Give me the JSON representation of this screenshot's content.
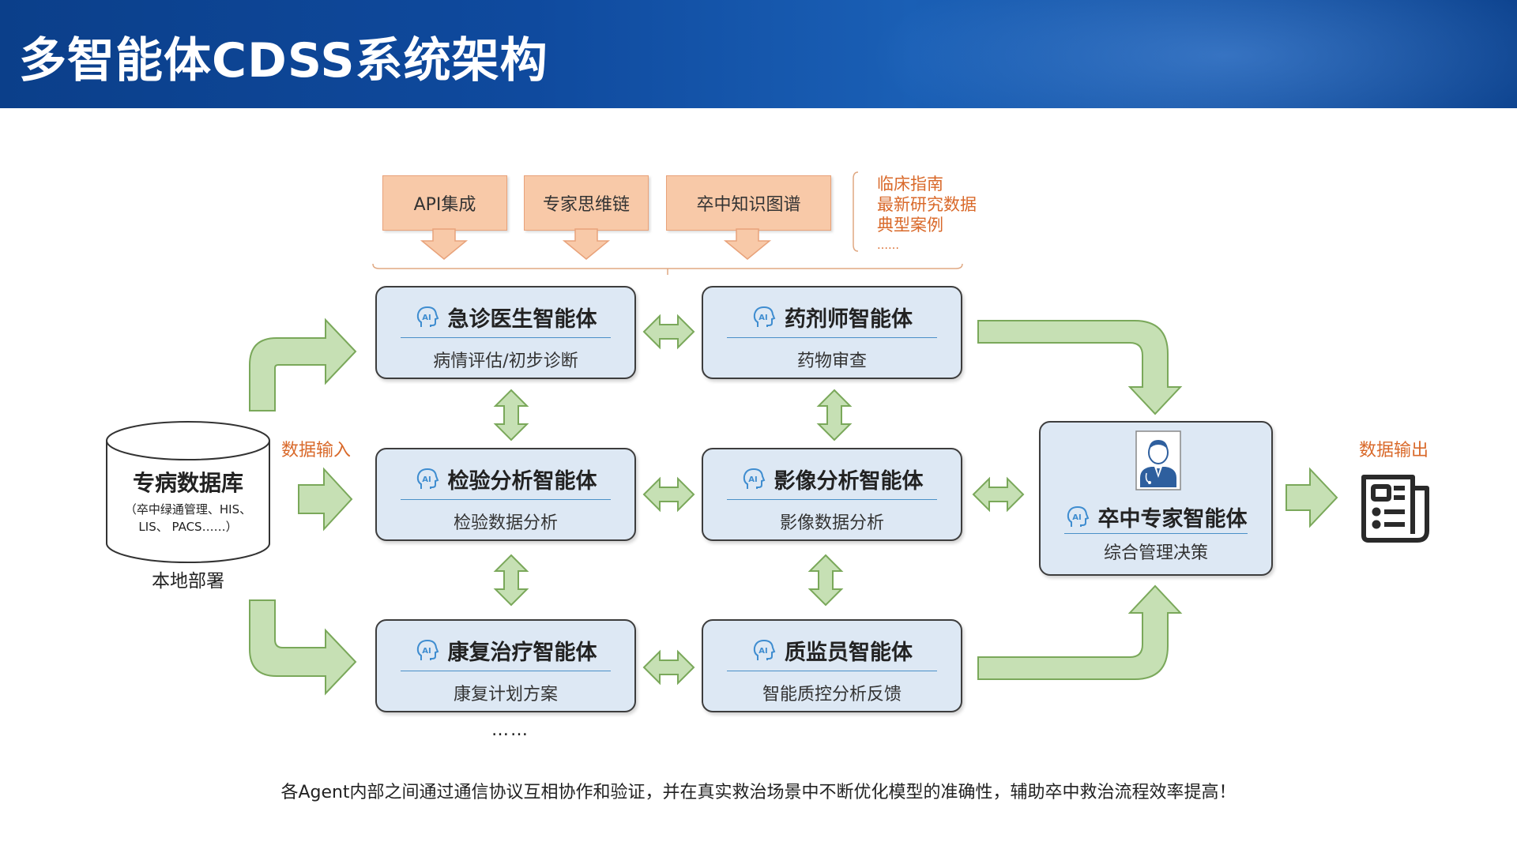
{
  "header": {
    "title": "多智能体CDSS系统架构"
  },
  "sources": {
    "boxes": [
      "API集成",
      "专家思维链",
      "卒中知识图谱"
    ],
    "notes": [
      "临床指南",
      "最新研究数据",
      "典型案例",
      "……"
    ]
  },
  "database": {
    "title": "专病数据库",
    "detail_line1": "（卒中绿通管理、HIS、",
    "detail_line2": "LIS、 PACS……）",
    "caption": "本地部署"
  },
  "labels": {
    "data_input": "数据输入",
    "data_output": "数据输出",
    "more": "……"
  },
  "agents": {
    "emergency": {
      "title": "急诊医生智能体",
      "sub": "病情评估/初步诊断"
    },
    "pharmacist": {
      "title": "药剂师智能体",
      "sub": "药物审查"
    },
    "lab": {
      "title": "检验分析智能体",
      "sub": "检验数据分析"
    },
    "imaging": {
      "title": "影像分析智能体",
      "sub": "影像数据分析"
    },
    "rehab": {
      "title": "康复治疗智能体",
      "sub": "康复计划方案"
    },
    "qc": {
      "title": "质监员智能体",
      "sub": "智能质控分析反馈"
    },
    "expert": {
      "title": "卒中专家智能体",
      "sub": "综合管理决策"
    }
  },
  "footer": {
    "text": "各Agent内部之间通过通信协议互相协作和验证，并在真实救治场景中不断优化模型的准确性，辅助卒中救治流程效率提高！"
  },
  "colors": {
    "header": "#0f4a9e",
    "arrow_fill": "#c6e0b4",
    "arrow_stroke": "#7aa85a",
    "source_fill": "#f8c9a8",
    "agent_fill": "#dde8f4",
    "accent_orange": "#d9692a"
  },
  "icons": {
    "agent_badge": "ai-head-icon",
    "expert_avatar": "doctor-avatar-icon",
    "output_doc": "report-document-icon"
  }
}
